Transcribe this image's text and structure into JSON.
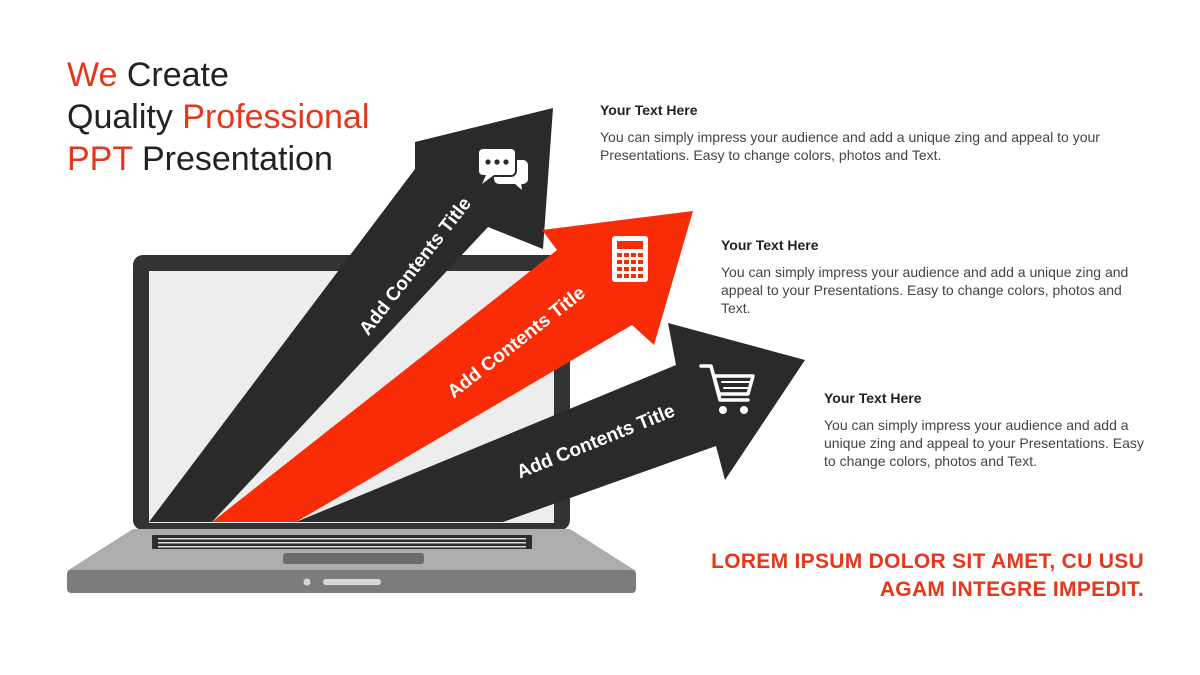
{
  "headline": {
    "line1": [
      "We",
      "Create"
    ],
    "line2": [
      "Quality",
      "Professional"
    ],
    "line3": [
      "PPT",
      "Presentation"
    ]
  },
  "arrows": [
    {
      "label": "Add Contents Title",
      "icon": "chat-bubbles-icon",
      "color": "#2a2a2a"
    },
    {
      "label": "Add Contents Title",
      "icon": "calculator-icon",
      "color": "#fa2c08"
    },
    {
      "label": "Add Contents Title",
      "icon": "shopping-cart-icon",
      "color": "#2a2a2a"
    }
  ],
  "items": [
    {
      "title": "Your Text Here",
      "body": "You can simply impress your audience and add a unique zing and appeal to your Presentations. Easy to change colors, photos and Text."
    },
    {
      "title": "Your Text Here",
      "body": "You can simply impress your audience and add a unique zing and appeal to your Presentations. Easy to change colors, photos and Text."
    },
    {
      "title": "Your Text Here",
      "body": "You can simply impress your audience and add a unique zing and appeal to your Presentations. Easy to change colors, photos and Text."
    }
  ],
  "tagline": {
    "line1": "LOREM IPSUM DOLOR SIT AMET, CU USU",
    "line2": "AGAM INTEGRE IMPEDIT."
  },
  "colors": {
    "accent": "#e8361b",
    "dark": "#2a2a2a",
    "red_arrow": "#fa2c08"
  }
}
